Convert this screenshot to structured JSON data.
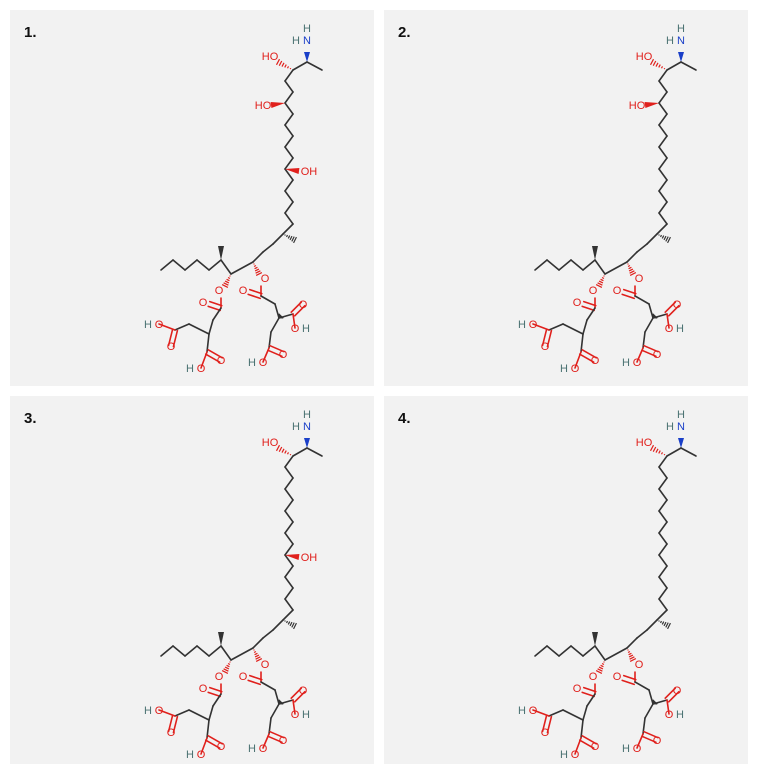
{
  "panels": [
    {
      "number": "1."
    },
    {
      "number": "2."
    },
    {
      "number": "3."
    },
    {
      "number": "4."
    }
  ],
  "atoms": {
    "o": "O",
    "n": "N",
    "h": "H",
    "oh": "OH",
    "ho": "HO"
  },
  "colors": {
    "oxygen": "#e0201c",
    "nitrogen": "#1a3fc8",
    "hydrogen": "#4a7272",
    "carbon": "#333333",
    "panel_bg": "#f2f2f2"
  }
}
